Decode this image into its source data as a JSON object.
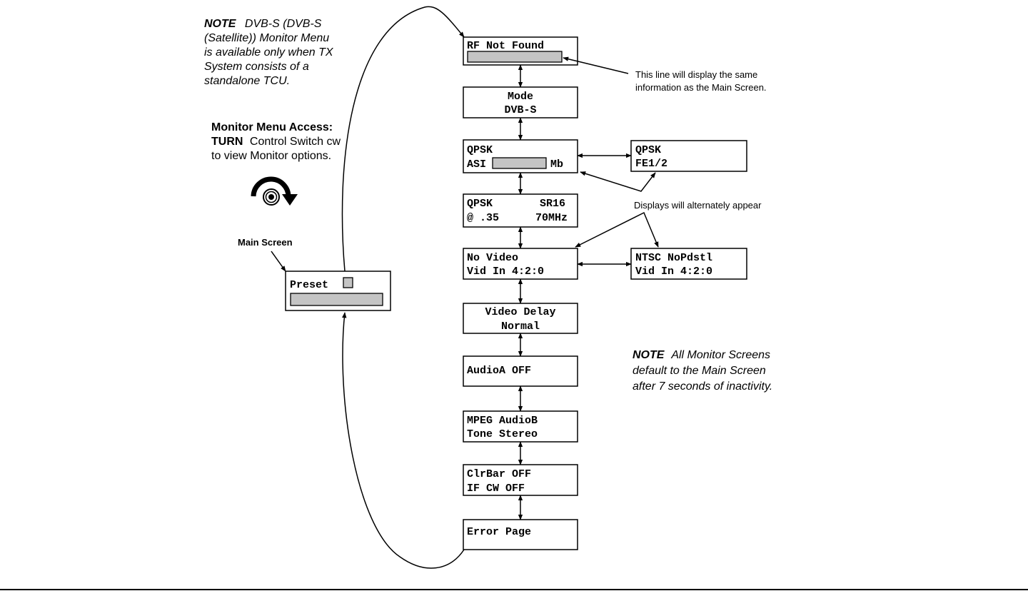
{
  "notes": {
    "top_left": {
      "label": "NOTE",
      "lines": [
        "DVB-S (DVB-S",
        "(Satellite)) Monitor Menu",
        "is available only when TX",
        "System consists of a",
        "standalone TCU."
      ]
    },
    "bottom_right": {
      "label": "NOTE",
      "lines": [
        "All Monitor Screens",
        "default to the Main Screen",
        "after 7 seconds of inactivity."
      ]
    }
  },
  "access": {
    "title": "Monitor Menu Access:",
    "verb": "TURN",
    "line2_rest": "Control Switch cw",
    "line3": "to view Monitor options."
  },
  "main_screen": {
    "label": "Main Screen",
    "preset_text": "Preset"
  },
  "callouts": {
    "rf_line_1": "This line will display the same",
    "rf_line_2": "information as the Main Screen.",
    "alternate": "Displays will alternately appear"
  },
  "screens": {
    "rf": {
      "line1": "RF Not Found"
    },
    "mode": {
      "line1": "Mode",
      "line2": "DVB-S"
    },
    "qpsk_asi": {
      "line1": "QPSK",
      "line2a": "ASI",
      "line2b": "Mb"
    },
    "qpsk_fe": {
      "line1": "QPSK",
      "line2": "FE1/2"
    },
    "qpsk_sr": {
      "line1a": "QPSK",
      "line1b": "SR16",
      "line2a": "@ .35",
      "line2b": "70MHz"
    },
    "no_video": {
      "line1": "No Video",
      "line2": "Vid In 4:2:0"
    },
    "ntsc": {
      "line1": "NTSC NoPdstl",
      "line2": "Vid In 4:2:0"
    },
    "video_delay": {
      "line1": "Video Delay",
      "line2": "Normal"
    },
    "audio_a": {
      "line1": "AudioA OFF"
    },
    "mpeg_audio": {
      "line1": "MPEG AudioB",
      "line2": "Tone Stereo"
    },
    "clrbar": {
      "line1": "ClrBar OFF",
      "line2": "IF CW OFF"
    },
    "error": {
      "line1": "Error Page"
    }
  }
}
